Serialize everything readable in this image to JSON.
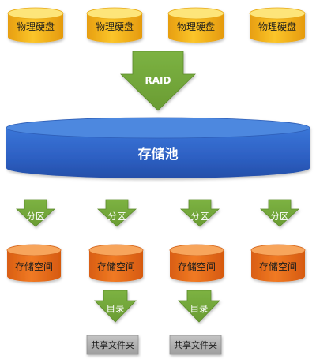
{
  "colors": {
    "disk_top": "#fde77a",
    "disk_body": "#f3b51a",
    "arrow_fill": "#74a73a",
    "arrow_edge": "#5c8a2a",
    "pool_top": "#4a86df",
    "pool_body": "#2e62c4",
    "space_top": "#f6a35a",
    "space_body": "#e56a1a",
    "folder_fill": "#b3b3b3",
    "folder_edge": "#8f8f8f"
  },
  "disks": [
    {
      "label": "物理硬盘"
    },
    {
      "label": "物理硬盘"
    },
    {
      "label": "物理硬盘"
    },
    {
      "label": "物理硬盘"
    }
  ],
  "raid_arrow": {
    "label": "RAID"
  },
  "pool": {
    "label": "存储池"
  },
  "partition_arrows": [
    {
      "label": "分区"
    },
    {
      "label": "分区"
    },
    {
      "label": "分区"
    },
    {
      "label": "分区"
    }
  ],
  "spaces": [
    {
      "label": "存储空间"
    },
    {
      "label": "存储空间"
    },
    {
      "label": "存储空间"
    },
    {
      "label": "存储空间"
    }
  ],
  "dir_arrows": [
    {
      "label": "目录"
    },
    {
      "label": "目录"
    }
  ],
  "folders": [
    {
      "label": "共享文件夹"
    },
    {
      "label": "共享文件夹"
    }
  ]
}
